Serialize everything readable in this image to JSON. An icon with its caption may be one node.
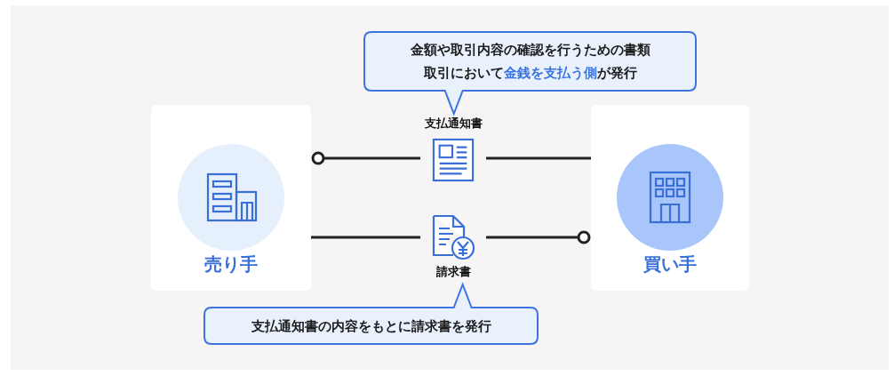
{
  "diagram": {
    "nodes": [
      {
        "text": [
          "売り手"
        ]
      },
      {
        "text": [
          "買い手"
        ]
      },
      {
        "text": [
          "支払通知書"
        ]
      },
      {
        "text": [
          "請求書"
        ]
      },
      {
        "text": [
          "金額や取引内容の確認を行うための書類",
          "取引において**金銭を支払う側**が発行"
        ]
      },
      {
        "text": [
          "支払通知書の内容をもとに請求書を発行"
        ]
      }
    ],
    "edges": [
      {
        "from": 1,
        "to": 2,
        "arrow": "none"
      },
      {
        "from": 2,
        "to": 0,
        "arrow": "other"
      },
      {
        "from": 0,
        "to": 3,
        "arrow": "none"
      },
      {
        "from": 3,
        "to": 1,
        "arrow": "other"
      }
    ]
  }
}
